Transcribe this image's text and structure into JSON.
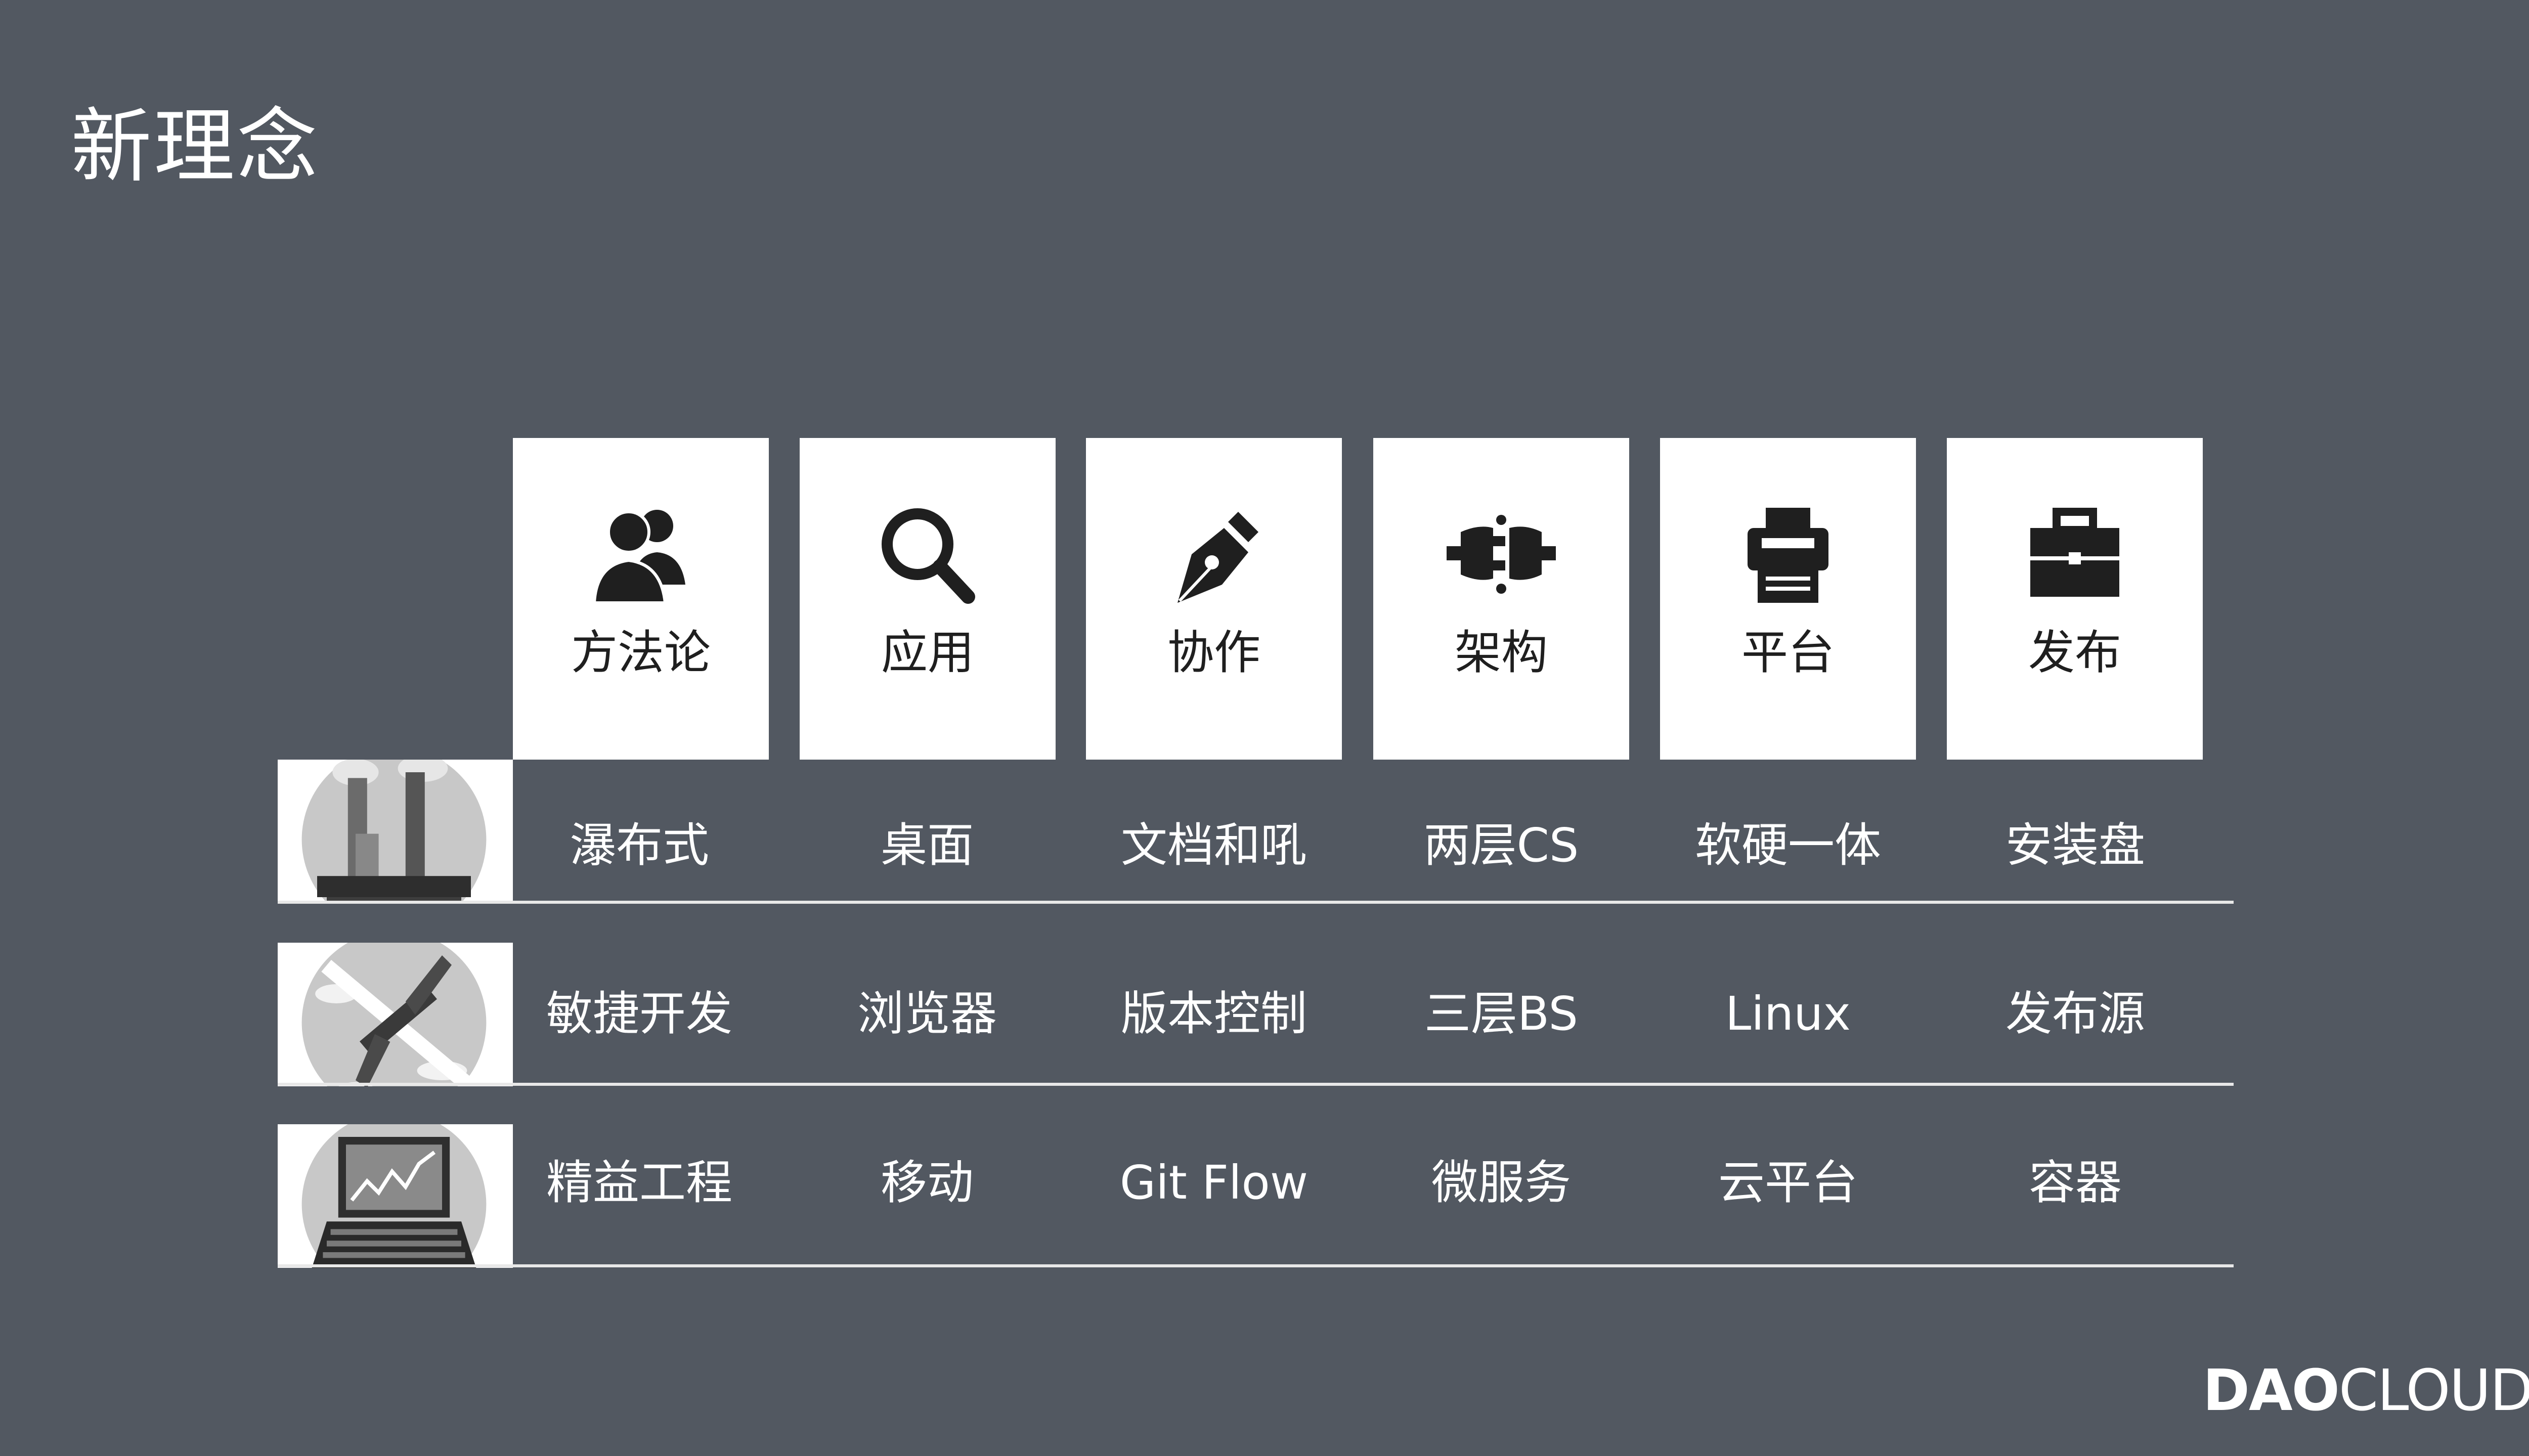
{
  "slide": {
    "title": "新理念"
  },
  "columns": [
    {
      "label": "方法论",
      "icon": "users-icon"
    },
    {
      "label": "应用",
      "icon": "search-icon"
    },
    {
      "label": "协作",
      "icon": "pen-nib-icon"
    },
    {
      "label": "架构",
      "icon": "plug-icon"
    },
    {
      "label": "平台",
      "icon": "printer-icon"
    },
    {
      "label": "发布",
      "icon": "briefcase-icon"
    }
  ],
  "rows": [
    {
      "image": "factory-image",
      "cells": [
        "瀑布式",
        "桌面",
        "文档和吼",
        "两层CS",
        "软硬一体",
        "安装盘"
      ]
    },
    {
      "image": "airplane-image",
      "cells": [
        "敏捷开发",
        "浏览器",
        "版本控制",
        "三层BS",
        "Linux",
        "发布源"
      ]
    },
    {
      "image": "laptop-chart-image",
      "cells": [
        "精益工程",
        "移动",
        "Git Flow",
        "微服务",
        "云平台",
        "容器"
      ]
    }
  ],
  "brand": {
    "logo_text_bold": "DAO",
    "logo_text_light": "CLOUD"
  },
  "colors": {
    "background": "#525861",
    "card": "#ffffff",
    "text": "#ffffff",
    "icon": "#1f1f1f"
  }
}
